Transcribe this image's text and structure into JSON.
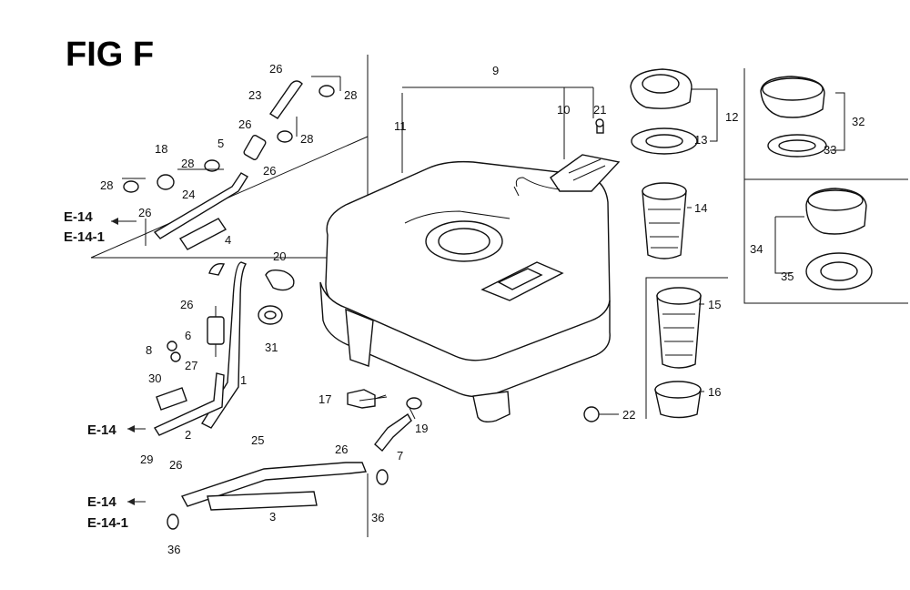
{
  "title": "FIG F",
  "refs": {
    "e14_a": "E-14",
    "e14_1_a": "E-14-1",
    "e14_b": "E-14",
    "e14_c": "E-14",
    "e14_1_c": "E-14-1"
  },
  "labels": {
    "p1": "1",
    "p2": "2",
    "p3": "3",
    "p4": "4",
    "p5": "5",
    "p6": "6",
    "p7": "7",
    "p8": "8",
    "p9": "9",
    "p10": "10",
    "p11": "11",
    "p12": "12",
    "p13": "13",
    "p14": "14",
    "p15": "15",
    "p16": "16",
    "p17": "17",
    "p18": "18",
    "p19": "19",
    "p20": "20",
    "p21": "21",
    "p22": "22",
    "p23": "23",
    "p24": "24",
    "p25": "25",
    "p26a": "26",
    "p26b": "26",
    "p26c": "26",
    "p26d": "26",
    "p26e": "26",
    "p26f": "26",
    "p26g": "26",
    "p27": "27",
    "p28a": "28",
    "p28b": "28",
    "p28c": "28",
    "p28d": "28",
    "p29": "29",
    "p30": "30",
    "p31": "31",
    "p32": "32",
    "p33": "33",
    "p34": "34",
    "p35": "35",
    "p36a": "36",
    "p36b": "36"
  }
}
